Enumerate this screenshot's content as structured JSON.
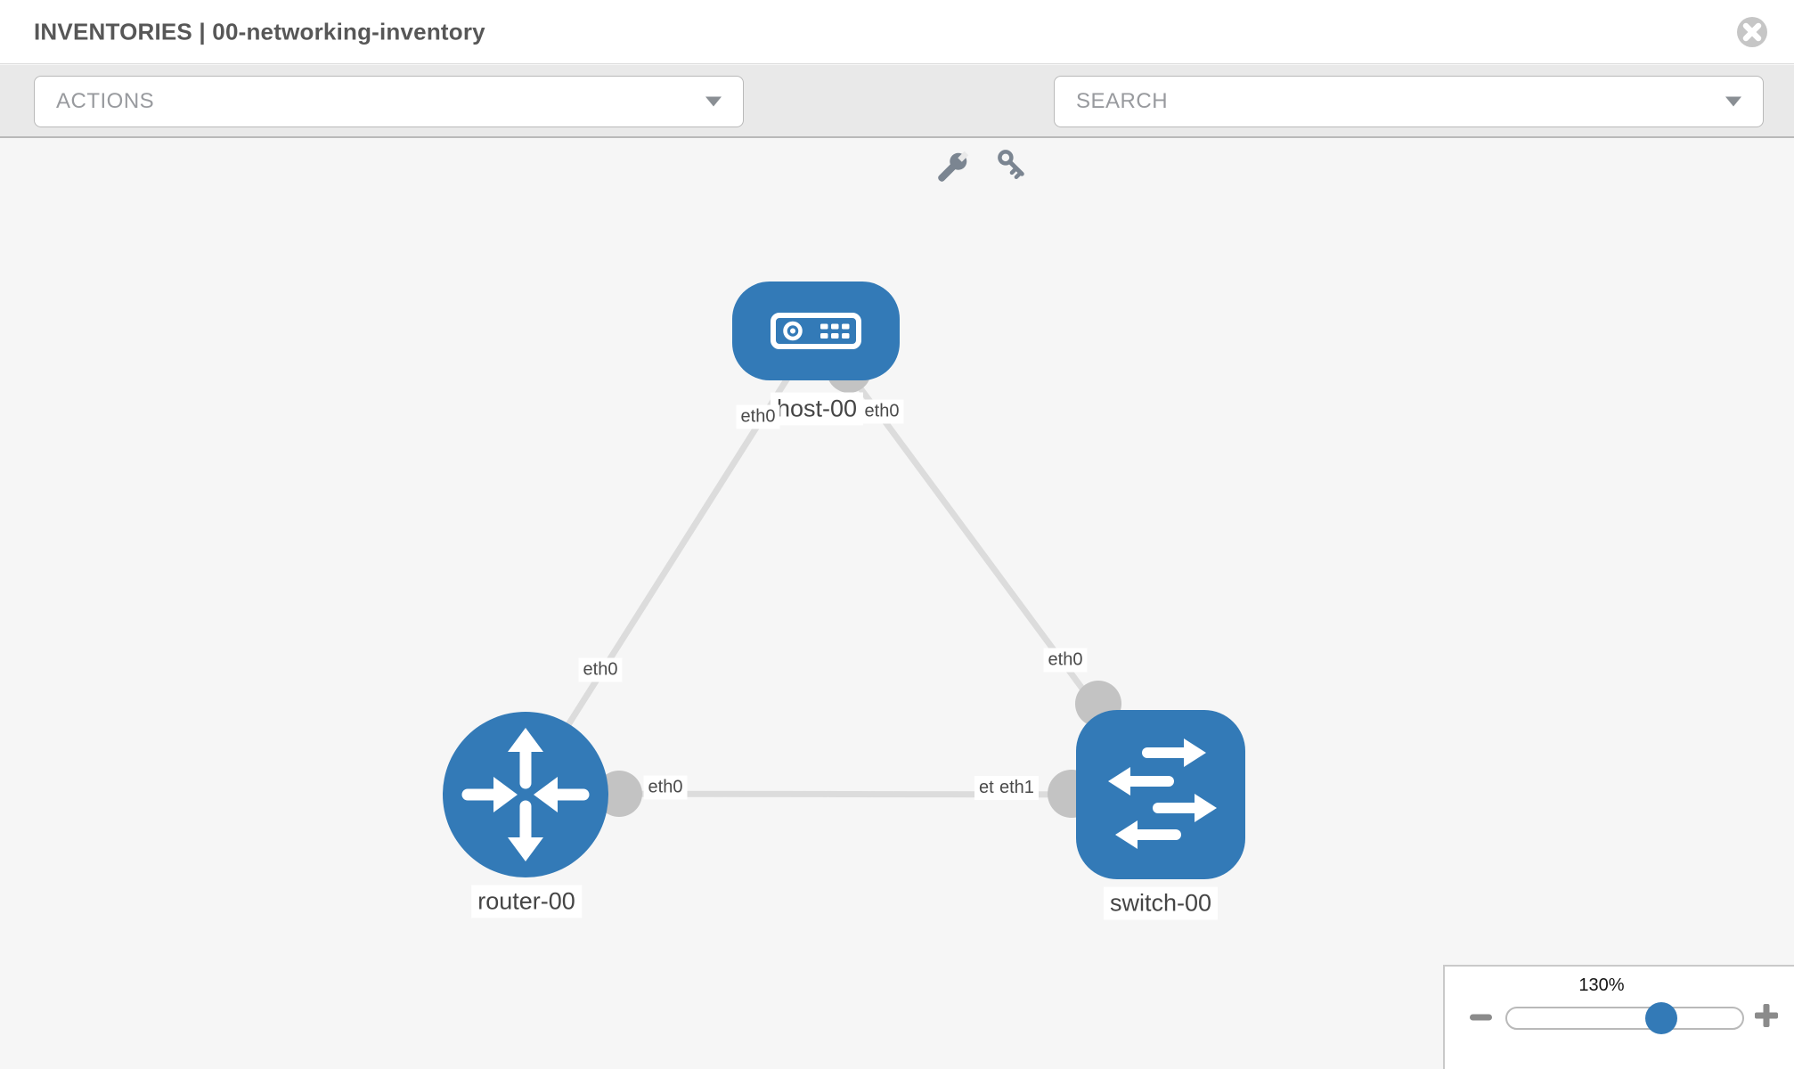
{
  "header": {
    "title": "INVENTORIES | 00-networking-inventory"
  },
  "toolbar": {
    "actions_placeholder": "ACTIONS",
    "search_placeholder": "SEARCH"
  },
  "graph": {
    "nodes": [
      {
        "id": "host-00",
        "type": "host",
        "label": "host-00"
      },
      {
        "id": "router-00",
        "type": "router",
        "label": "router-00"
      },
      {
        "id": "switch-00",
        "type": "switch",
        "label": "switch-00"
      }
    ],
    "edges": [
      {
        "from": "host-00",
        "to": "router-00",
        "labels": {
          "host_end": "eth0",
          "router_end": "eth0"
        }
      },
      {
        "from": "host-00",
        "to": "switch-00",
        "labels": {
          "host_end": "eth0",
          "switch_end": "eth0"
        }
      },
      {
        "from": "router-00",
        "to": "switch-00",
        "labels": {
          "router_end": "eth0",
          "switch_end_hidden": "eth0",
          "switch_end": "eth1"
        }
      }
    ]
  },
  "zoom_control": {
    "value": "130%"
  },
  "icons": {
    "close": "close-icon",
    "wrench": "wrench-icon",
    "key": "key-icon",
    "actions_caret": "chevron-down-icon",
    "search_caret": "chevron-down-icon",
    "host": "host-server-icon",
    "router": "router-arrows-icon",
    "switch": "switch-arrows-icon",
    "zoom_out": "minus-icon",
    "zoom_in": "plus-icon"
  },
  "colors": {
    "node_blue": "#337ab7",
    "edge_gray": "#dcdcdc",
    "port_gray": "#c3c3c3",
    "toolbar_bg": "#e9e9e9",
    "canvas_bg": "#f6f6f6"
  }
}
